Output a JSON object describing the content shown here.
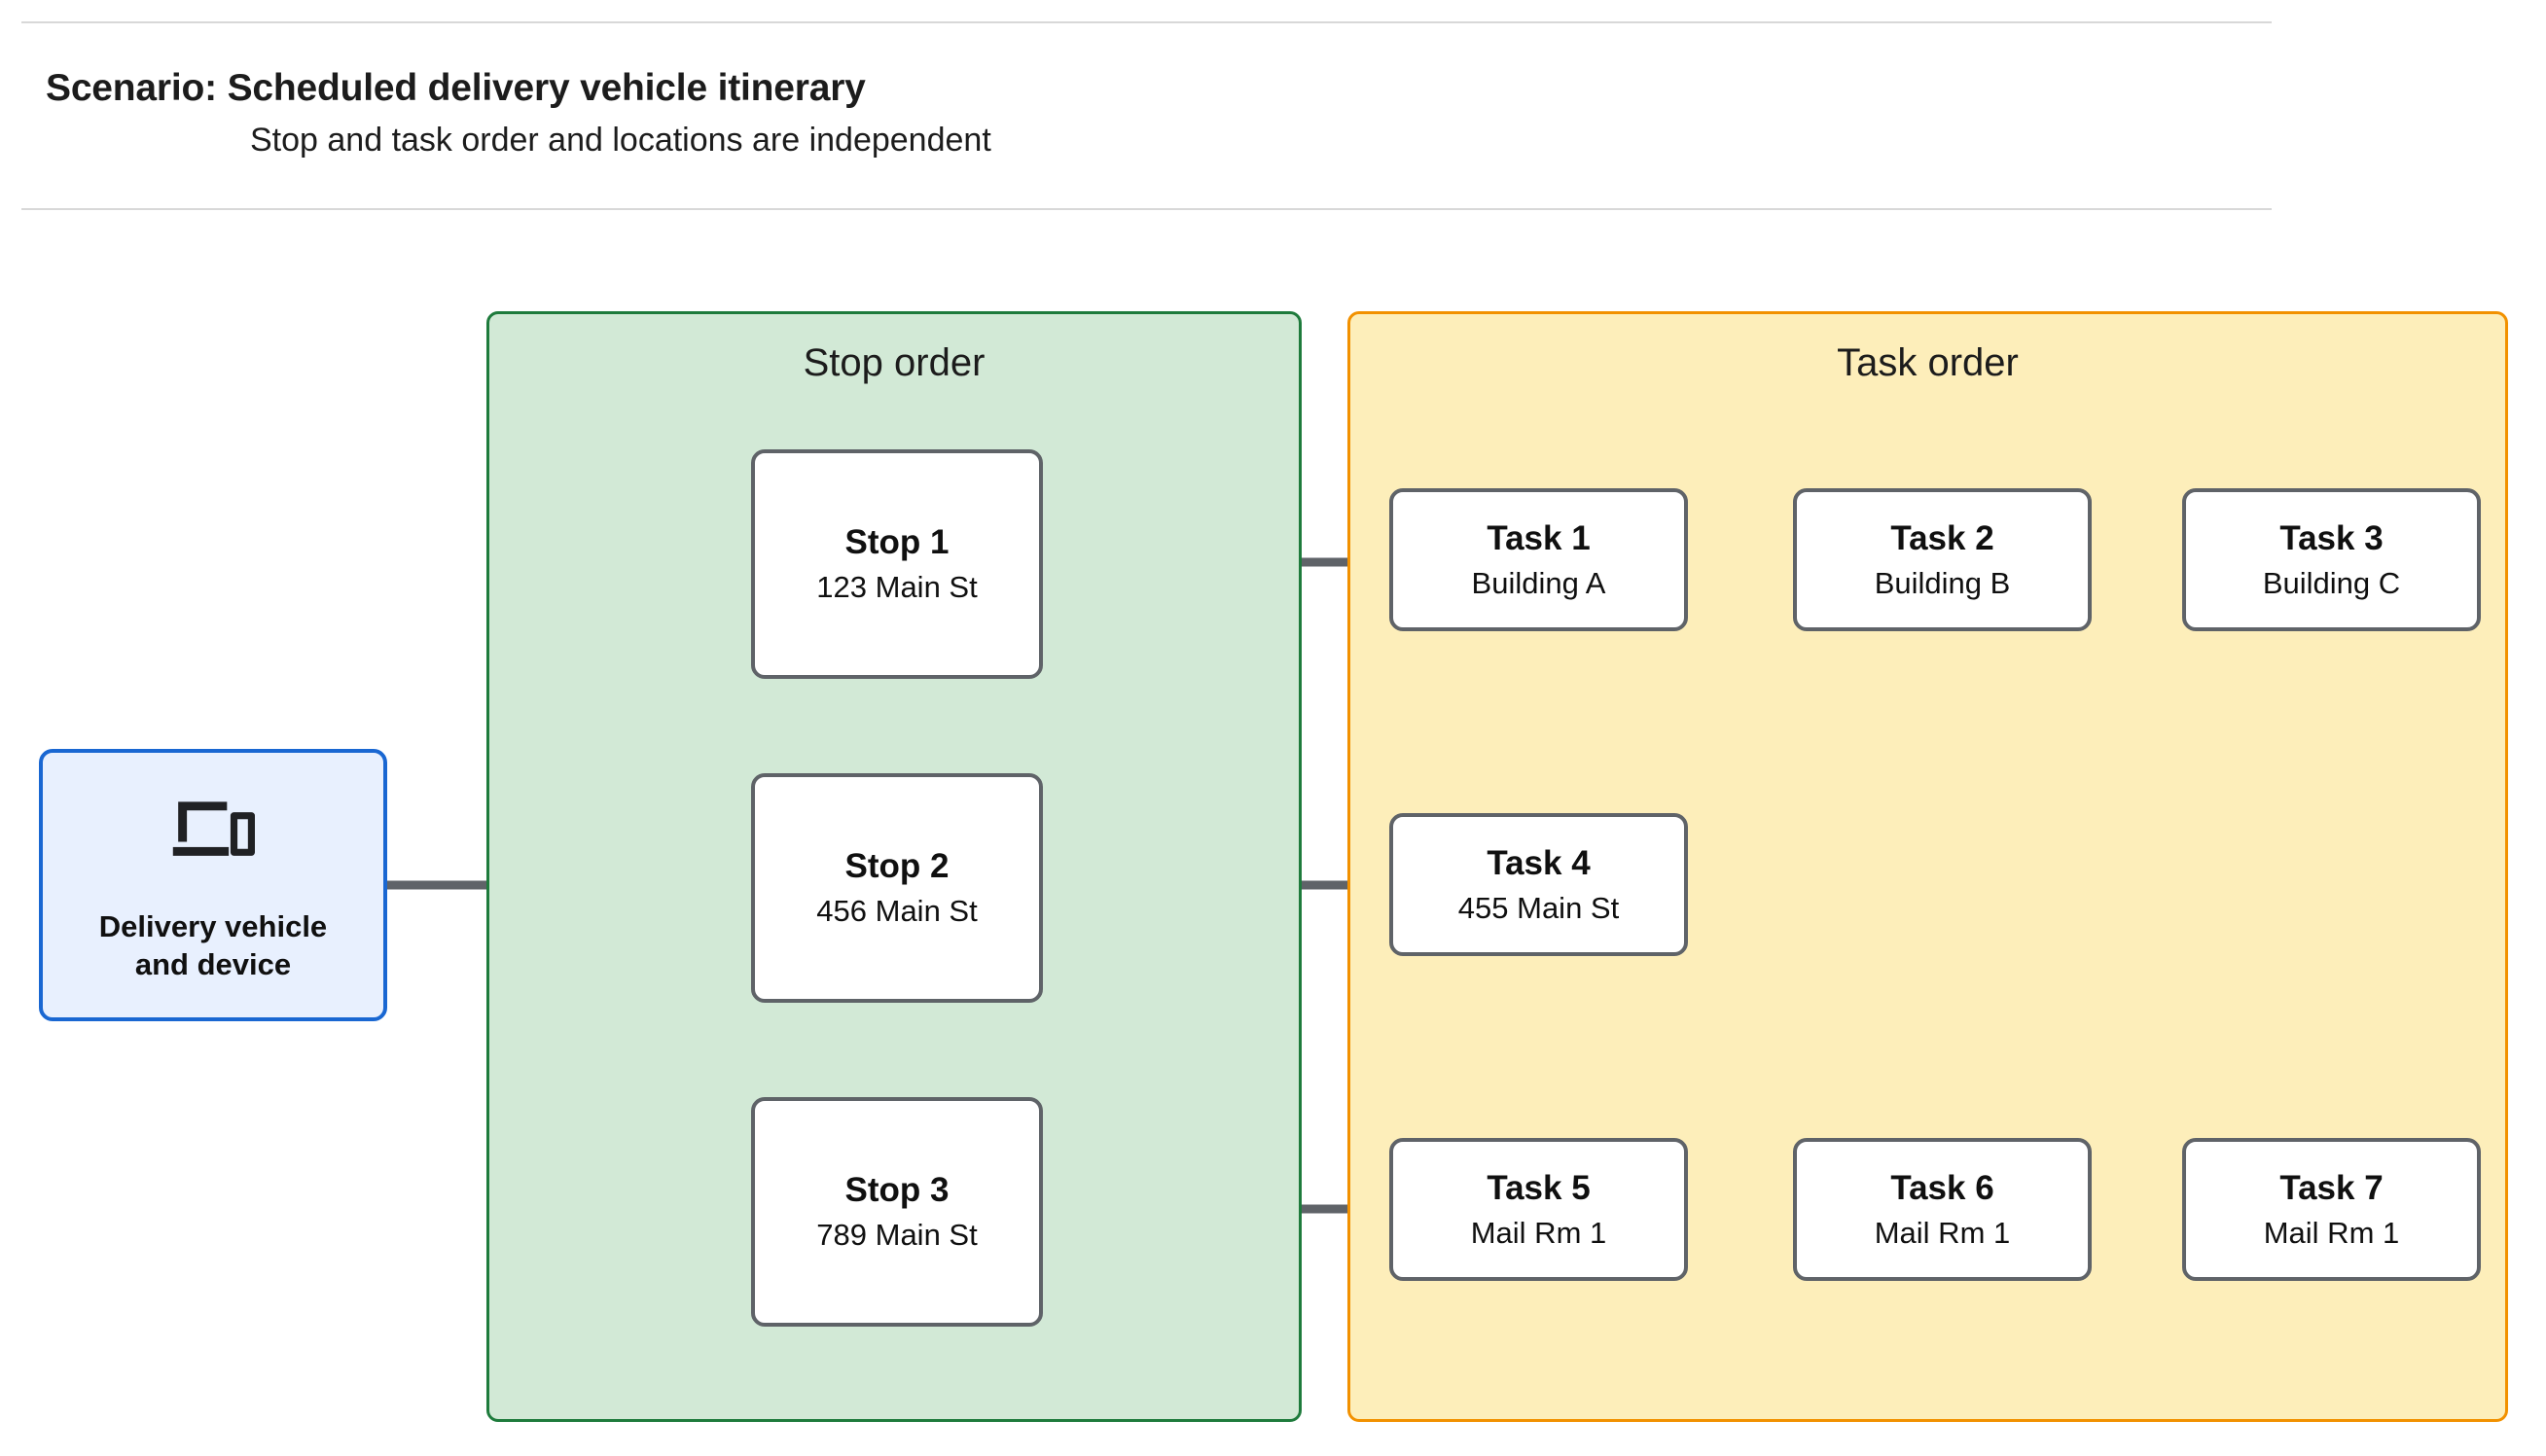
{
  "header": {
    "title": "Scenario: Scheduled delivery vehicle itinerary",
    "subtitle": "Stop and task order and locations are independent"
  },
  "vehicle": {
    "icon": "devices-icon",
    "label": "Delivery vehicle\nand device"
  },
  "panels": {
    "stop": {
      "title": "Stop order",
      "fill": "#d2e9d6",
      "border": "#1e7b3c"
    },
    "task": {
      "title": "Task order",
      "fill": "#fdeeba",
      "border": "#f29100"
    }
  },
  "stops": [
    {
      "title": "Stop 1",
      "address": "123 Main St"
    },
    {
      "title": "Stop 2",
      "address": "456 Main St"
    },
    {
      "title": "Stop 3",
      "address": "789 Main St"
    }
  ],
  "tasks": [
    {
      "title": "Task 1",
      "location": "Building A"
    },
    {
      "title": "Task 2",
      "location": "Building B"
    },
    {
      "title": "Task 3",
      "location": "Building C"
    },
    {
      "title": "Task 4",
      "location": "455 Main St"
    },
    {
      "title": "Task 5",
      "location": "Mail Rm 1"
    },
    {
      "title": "Task 6",
      "location": "Mail Rm 1"
    },
    {
      "title": "Task 7",
      "location": "Mail Rm 1"
    }
  ],
  "colors": {
    "connector": "#5f6368",
    "node_border": "#5f6368",
    "vehicle_border": "#1967d2",
    "vehicle_fill": "#e8f0fe",
    "rule": "#d8d8d8"
  }
}
